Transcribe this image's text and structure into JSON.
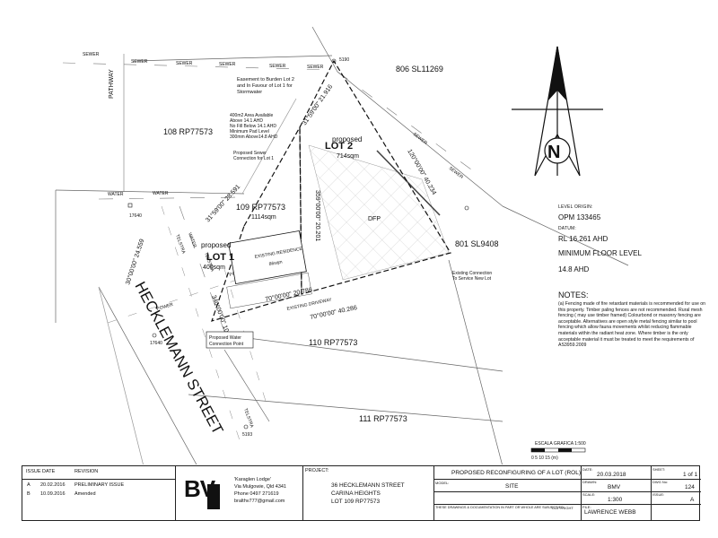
{
  "labels": {
    "pathway": "PATHWAY",
    "sewer": "SEWER",
    "water": "WATER",
    "power": "POWER",
    "telstra": "TELSTRA",
    "street": "HECKLEMANN STREET",
    "lot_806": "806 SL11269",
    "lot_108": "108 RP77573",
    "lot_109": "109 RP77573",
    "lot_109_area": "1114sqm",
    "lot_801": "801 SL9408",
    "lot_110": "110 RP77573",
    "lot_111": "111 RP77573",
    "proposed_lot1_a": "proposed",
    "proposed_lot1_b": "LOT 1",
    "lot1_area": "400sqm",
    "proposed_lot2_a": "proposed",
    "proposed_lot2_b": "LOT 2",
    "lot2_area": "714sqm",
    "existing_residence": "EXISTING RESIDENCE",
    "existing_residence_area": "86sqm",
    "dfp": "DFP",
    "existing_driveway": "EXISTING DRIVEWAY",
    "easement_note": [
      "Easement to Burden Lot 2",
      "and In Favour of Lot 1 for",
      "Stormwater"
    ],
    "area_note": [
      "400m2 Area Available",
      "Above 14.1 AHD",
      "No Fill Below 14.1 AHD",
      "Minimum Pad Level",
      "300mm Above14.8 AHD"
    ],
    "sewer_connection": [
      "Proposed Sewer",
      "Connection for Lot 1"
    ],
    "service_connection": [
      "Existing Connection",
      "To Service New Lot"
    ],
    "water_connection": [
      "Proposed Water",
      "Connection Point"
    ],
    "bearing_1": "31°59'00\" 21.916",
    "bearing_2": "120°00'00\" 40.234",
    "bearing_3": "31°59'00\" 28.591",
    "bearing_4": "70°00'00\" 20.786",
    "bearing_5": "70°00'00\" 40.286",
    "bearing_6": "359°00'00\" 20.201",
    "bearing_7": "30°00'00\" 24.559",
    "bearing_8": "340°00'00\" 10.850",
    "mark_17640a": "17640",
    "mark_17640b": "17640",
    "mark_5193": "5193",
    "mark_5190": "5190",
    "scale_bar_title": "ESCALA GRAFICA  1:500",
    "scale_bar_ticks": "0    5    10   15 (m)"
  },
  "datum": {
    "level_origin_label": "LEVEL ORIGIN:",
    "level_origin_value": "OPM 133465",
    "datum_label": "DATUM:",
    "datum_value": "RL 16.261 AHD",
    "min_floor_label": "MINIMUM FLOOR LEVEL",
    "min_floor_value": "14.8 AHD"
  },
  "notes": {
    "title": "NOTES:",
    "body": "(a) Fencing made of fire retardant materials is recommended for use on this property. Timber paling fences are not recommended. Rural mesh fencing ( may use timber framed) Colourbond or masonry fencing are acceptable. Alternatives are open style metal fencing similar to pool fencing which allow fauna movements whilst reducing flammable materials within the radiant heat zone. Where timber is the only acceptable material it must be treated to meet the requirements of AS3959.2009"
  },
  "title_block": {
    "issue_header": "ISSUE",
    "date_header": "DATE",
    "revision_header": "REVISION",
    "rows": [
      {
        "issue": "A",
        "date": "20.02.2016",
        "revision": "PRELIMINARY ISSUE"
      },
      {
        "issue": "B",
        "date": "10.09.2016",
        "revision": "Amended"
      }
    ],
    "logo_letters": "BV",
    "company_lines": [
      "'Karaglen Lodge'",
      "Via Mulgowie, Qld 4341",
      "Phone 0497 271619",
      "bralthv777@gmail.com"
    ],
    "project_label": "PROJECT:",
    "project_lines": [
      "36 HECKLEMANN STREET",
      "CARINA HEIGHTS",
      "LOT 109 RP77573"
    ],
    "drawing_title": "PROPOSED RECONFIGURING OF A LOT  (ROL)",
    "model_label": "MODEL:",
    "model_value": "SITE",
    "copyright_note": "THESE DRAWINGS & DOCUMENTATION IN PART OR WHOLE ARE SUBJECT TO",
    "copyright_label": "COPYRIGHT",
    "date_label": "DATE:",
    "date_value": "20.03.2018",
    "drawn_label": "DRAWN:",
    "drawn_value": "BMV",
    "scale_label": "SCALE:",
    "scale_value": "1:300",
    "file_label": "FILE:",
    "file_value": "LAWRENCE WEBB",
    "sheet_label": "SHEET:",
    "sheet_value": "1 of 1",
    "dwg_label": "DWG No:",
    "dwg_value": "124",
    "issue_label": "ISSUE:",
    "issue_value": "A"
  }
}
